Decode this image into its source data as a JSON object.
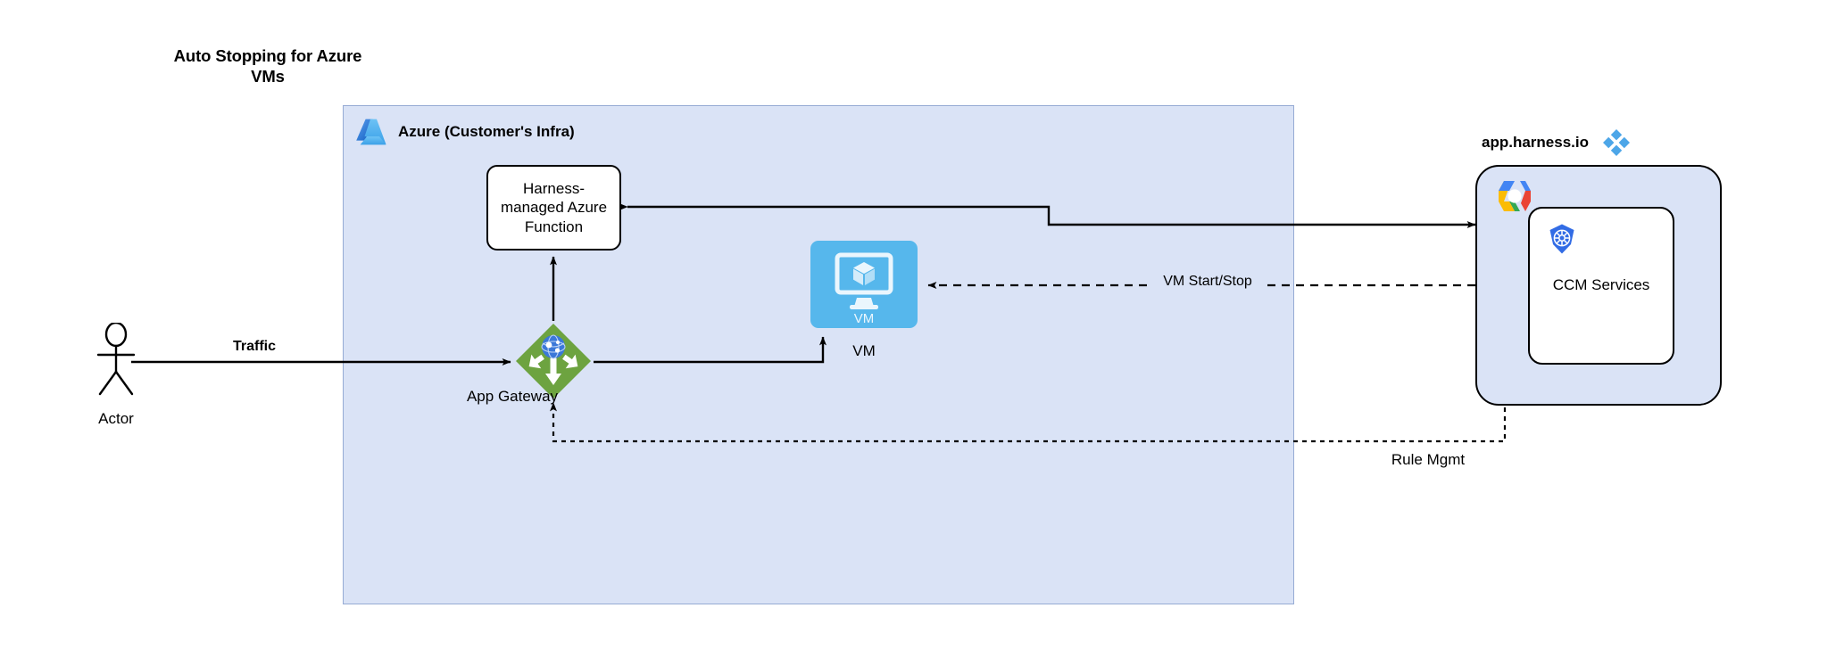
{
  "title": "Auto Stopping for Azure VMs",
  "azure_region": {
    "label": "Azure (Customer's Infra)",
    "icon": "azure-logo-icon",
    "fill": "#dae3f6",
    "border": "#96abd4"
  },
  "nodes": {
    "function": {
      "label": "Harness-managed Azure Function",
      "shape": "rounded-rectangle",
      "fill": "#ffffff",
      "border": "#000000"
    },
    "app_gateway": {
      "label": "App Gateway",
      "icon": "azure-application-gateway-icon",
      "shape": "diamond",
      "fill": "#6da340"
    },
    "vm": {
      "label": "VM",
      "inner_label": "VM",
      "icon": "virtual-machine-icon",
      "fill": "#56b7ec"
    },
    "actor": {
      "label": "Actor",
      "icon": "actor-stick-figure-icon"
    },
    "harness": {
      "label": "app.harness.io",
      "icon": "harness-logo-icon",
      "accent": "#4da6e8",
      "fill": "#dae3f6",
      "services": {
        "label": "CCM Services",
        "icons": [
          "gcp-logo-icon",
          "kubernetes-logo-icon"
        ]
      }
    }
  },
  "edges": [
    {
      "name": "actor-to-gateway",
      "label": "Traffic",
      "style": "solid",
      "bold_label": true
    },
    {
      "name": "gateway-to-vm",
      "label": "",
      "style": "solid"
    },
    {
      "name": "harness-to-function",
      "label": "",
      "style": "solid",
      "bidirectional": true
    },
    {
      "name": "harness-to-vm",
      "label": "VM Start/Stop",
      "style": "dashed"
    },
    {
      "name": "harness-to-gateway",
      "label": "Rule Mgmt",
      "style": "dashed"
    }
  ],
  "colors": {
    "region_fill": "#dae3f6",
    "region_border": "#96abd4",
    "vm_blue": "#56b7ec",
    "gateway_green": "#6da340",
    "harness_blue": "#4da6e8",
    "line": "#000000"
  }
}
